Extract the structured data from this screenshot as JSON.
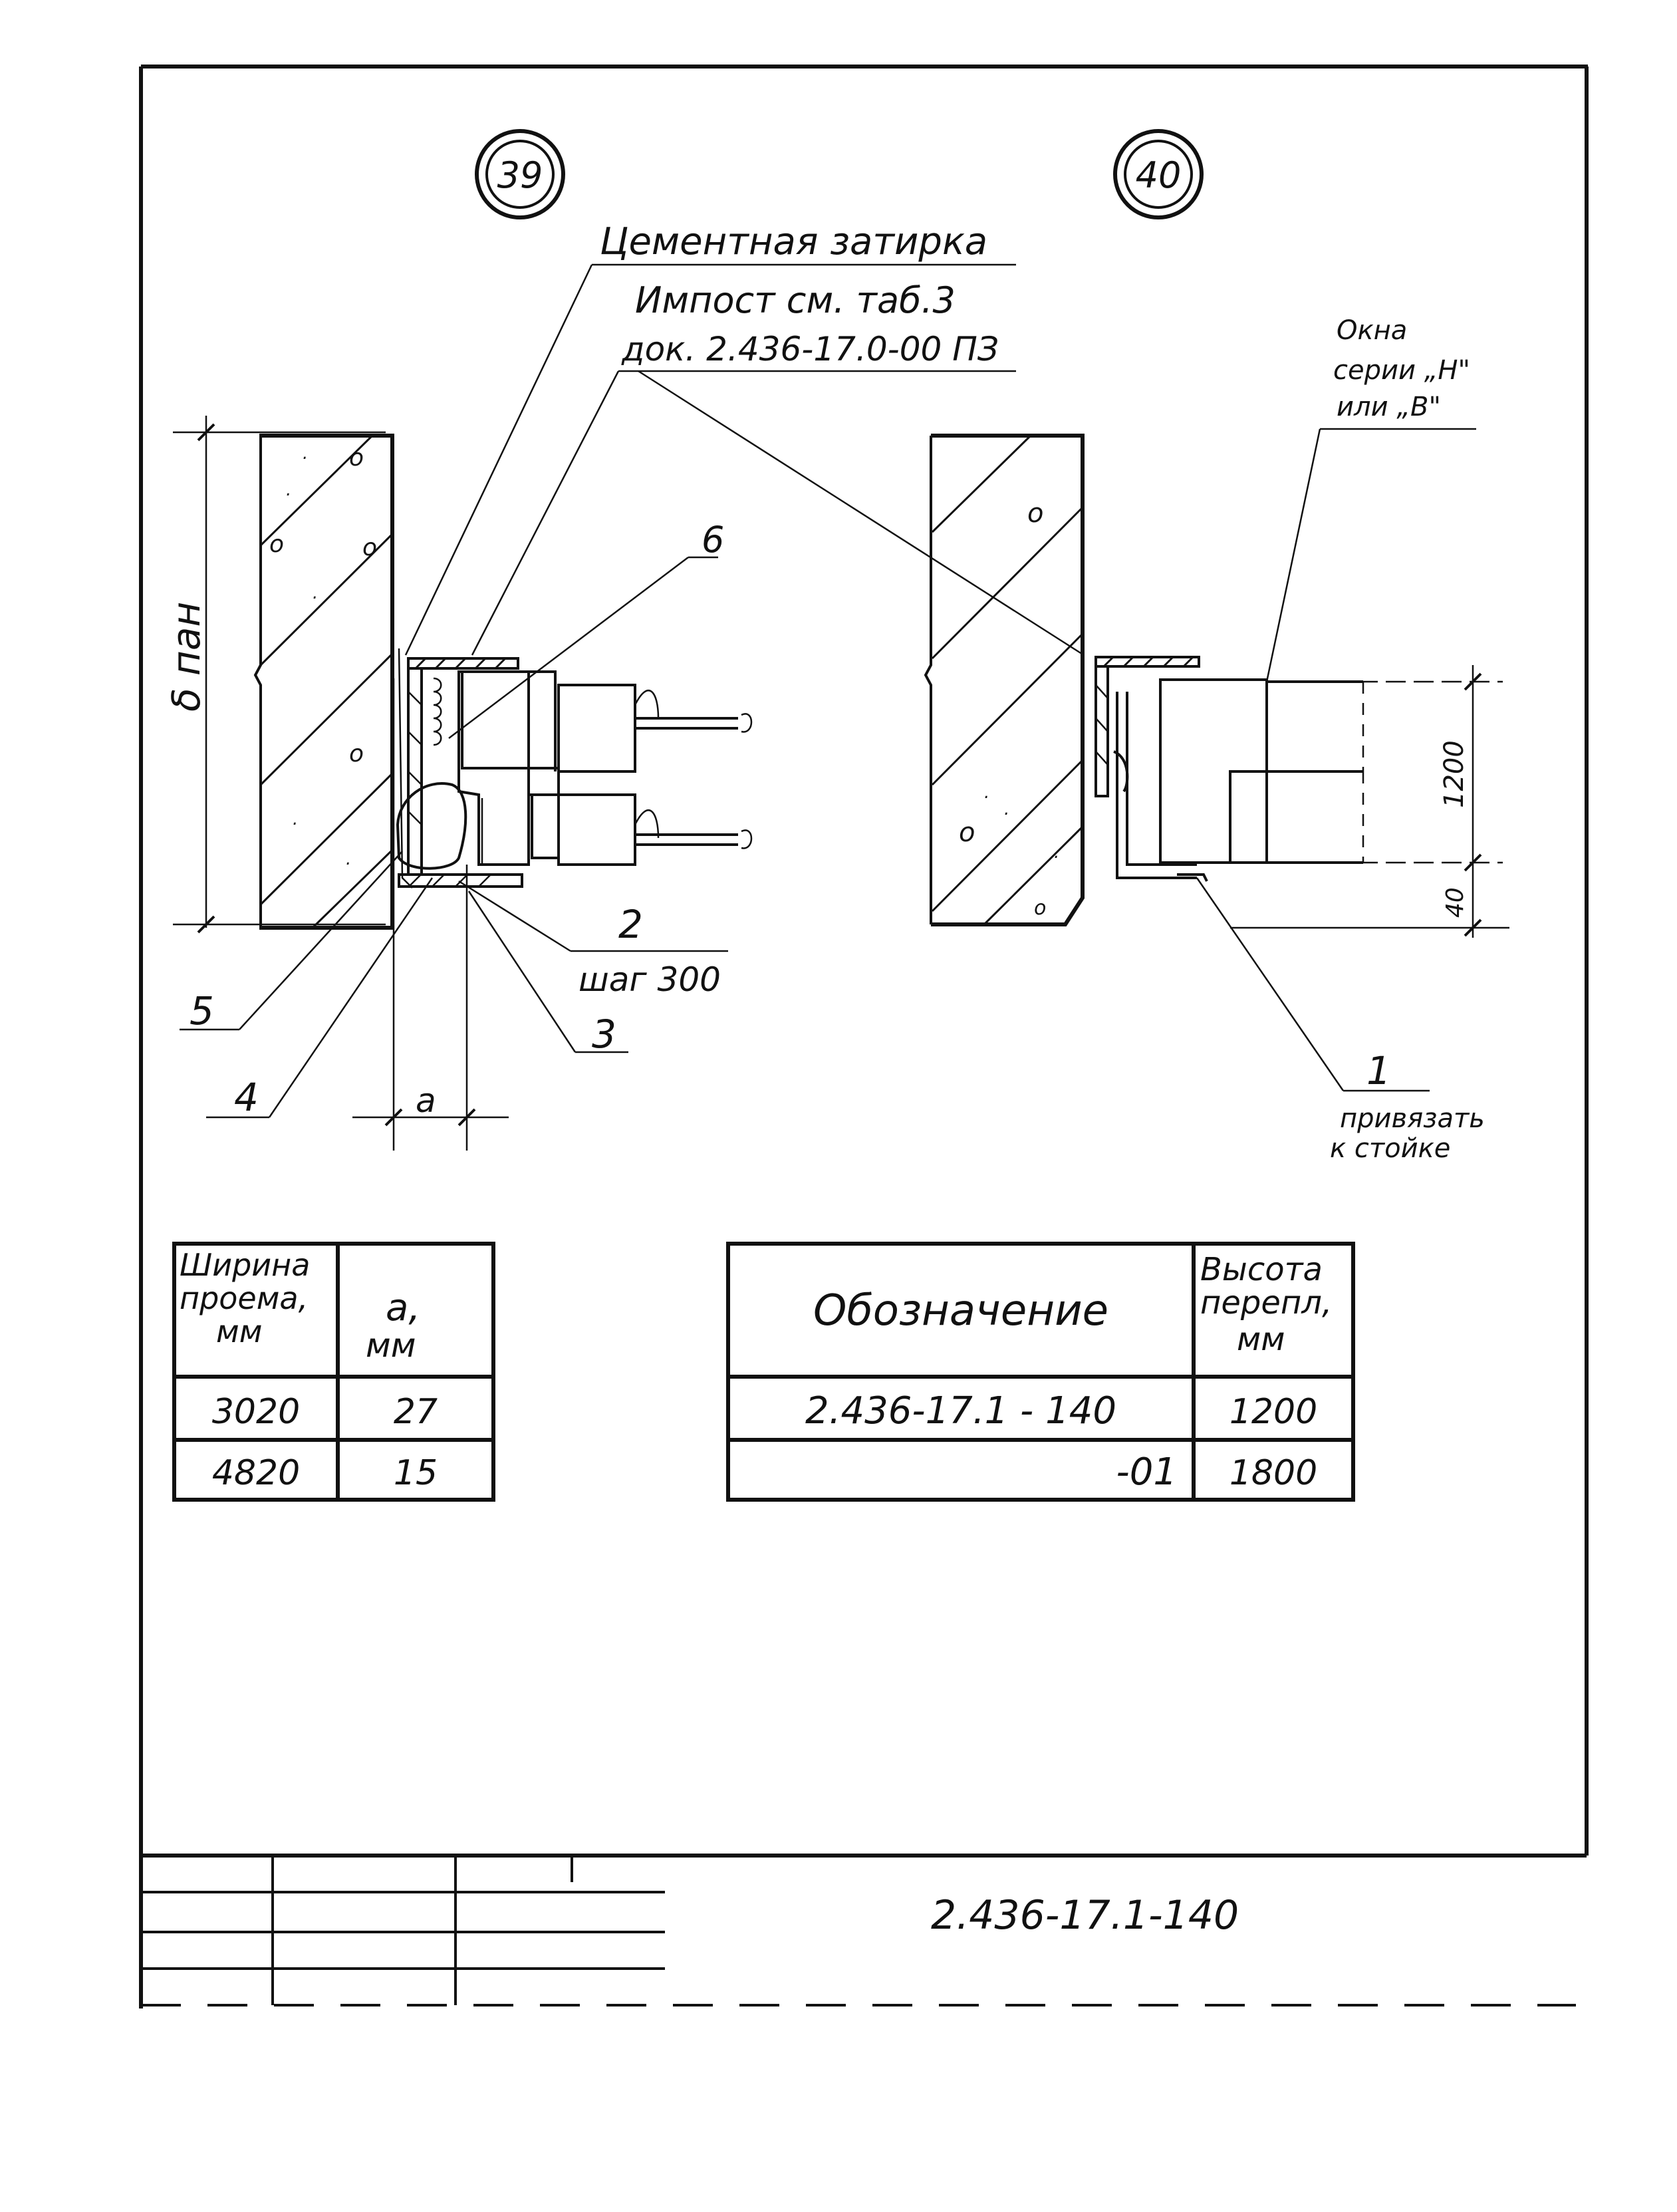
{
  "detail_markers": {
    "left": "39",
    "right": "40"
  },
  "labels": {
    "cement": "Цементная затирка",
    "impost_line1": "Импост см. таб.3",
    "impost_line2": "док. 2.436-17.0-00 ПЗ",
    "windows_line1": "Окна",
    "windows_line2": "серии „Н\"",
    "windows_line3": "или „В\"",
    "delta": "δ пан",
    "dim_a": "a",
    "dim_1200": "1200",
    "dim_40": "40",
    "pos1": "1",
    "pos1_note_line1": "привязать",
    "pos1_note_line2": "к стойке",
    "pos2": "2",
    "pos2_note": "шаг 300",
    "pos3": "3",
    "pos4": "4",
    "pos5": "5",
    "pos6": "6"
  },
  "table_a": {
    "headers": [
      "Ширина проема, мм",
      "a, мм"
    ],
    "header_lines": [
      [
        "Ширина",
        "проема,",
        "мм"
      ],
      [
        "a,",
        "мм"
      ]
    ],
    "rows": [
      [
        "3020",
        "27"
      ],
      [
        "4820",
        "15"
      ]
    ]
  },
  "table_b": {
    "headers": [
      "Обозначение",
      "Высота перепл, мм"
    ],
    "header_lines": [
      [
        "Обозначение"
      ],
      [
        "Высота",
        "перепл,",
        "мм"
      ]
    ],
    "rows": [
      [
        "2.436-17.1 - 140",
        "1200"
      ],
      [
        "-01",
        "1800"
      ]
    ]
  },
  "title_block": {
    "code": "2.436-17.1-140"
  }
}
